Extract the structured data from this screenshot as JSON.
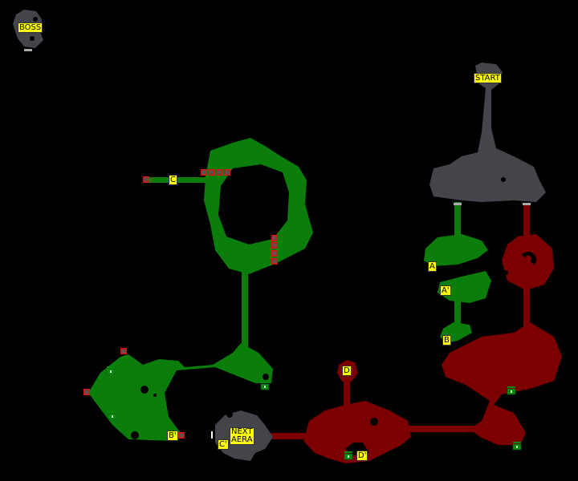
{
  "colors": {
    "background": "#000000",
    "grey_zone": "#43454b",
    "green_zone": "#0a7d0a",
    "red_zone": "#7d0000",
    "label_bg": "#ffff00",
    "marker_red": "#e01010",
    "chest_green": "#0a8a0a"
  },
  "labels": {
    "boss": "BOSS",
    "start": "START",
    "c": "C",
    "a": "A",
    "a_prime": "A'",
    "b": "B",
    "b_prime": "B'",
    "c_prime": "C'",
    "next_line1": "NEXT",
    "next_line2": "AERA",
    "d": "D",
    "d_prime": "D'"
  },
  "icons": {
    "blocked": "x-marker-icon",
    "chest": "treasure-chest-icon"
  }
}
